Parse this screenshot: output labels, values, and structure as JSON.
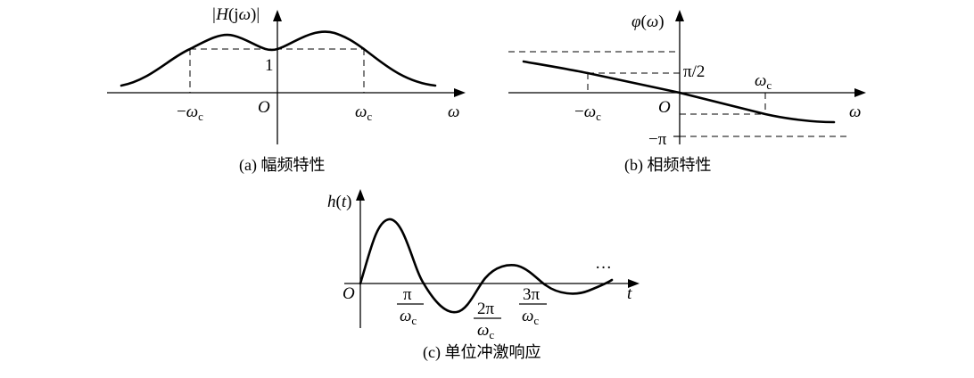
{
  "panel_a": {
    "y_label_pre": "|",
    "y_label_H": "H",
    "y_label_paren_open": "(j",
    "y_label_omega": "ω",
    "y_label_post": ")|",
    "level_one": "1",
    "origin": "O",
    "neg_cutoff_sign": "−",
    "cutoff_symbol": "ω",
    "cutoff_sub": "c",
    "x_label": "ω",
    "caption": "(a) 幅频特性"
  },
  "panel_b": {
    "y_label_phi": "φ",
    "y_label_paren_open": "(",
    "y_label_omega": "ω",
    "y_label_paren_close": ")",
    "half_pi": "π/2",
    "neg_pi": "−π",
    "origin": "O",
    "neg_cutoff_sign": "−",
    "cutoff_symbol": "ω",
    "cutoff_sub": "c",
    "x_label": "ω",
    "caption": "(b) 相频特性"
  },
  "panel_c": {
    "y_label_h": "h",
    "y_label_paren_open": "(",
    "y_label_t": "t",
    "y_label_paren_close": ")",
    "origin": "O",
    "x_label": "t",
    "ellipsis": "···",
    "tick1_num": "π",
    "tick2_num": "2π",
    "tick3_num": "3π",
    "den_symbol": "ω",
    "den_sub": "c",
    "caption": "(c) 单位冲激响应"
  }
}
